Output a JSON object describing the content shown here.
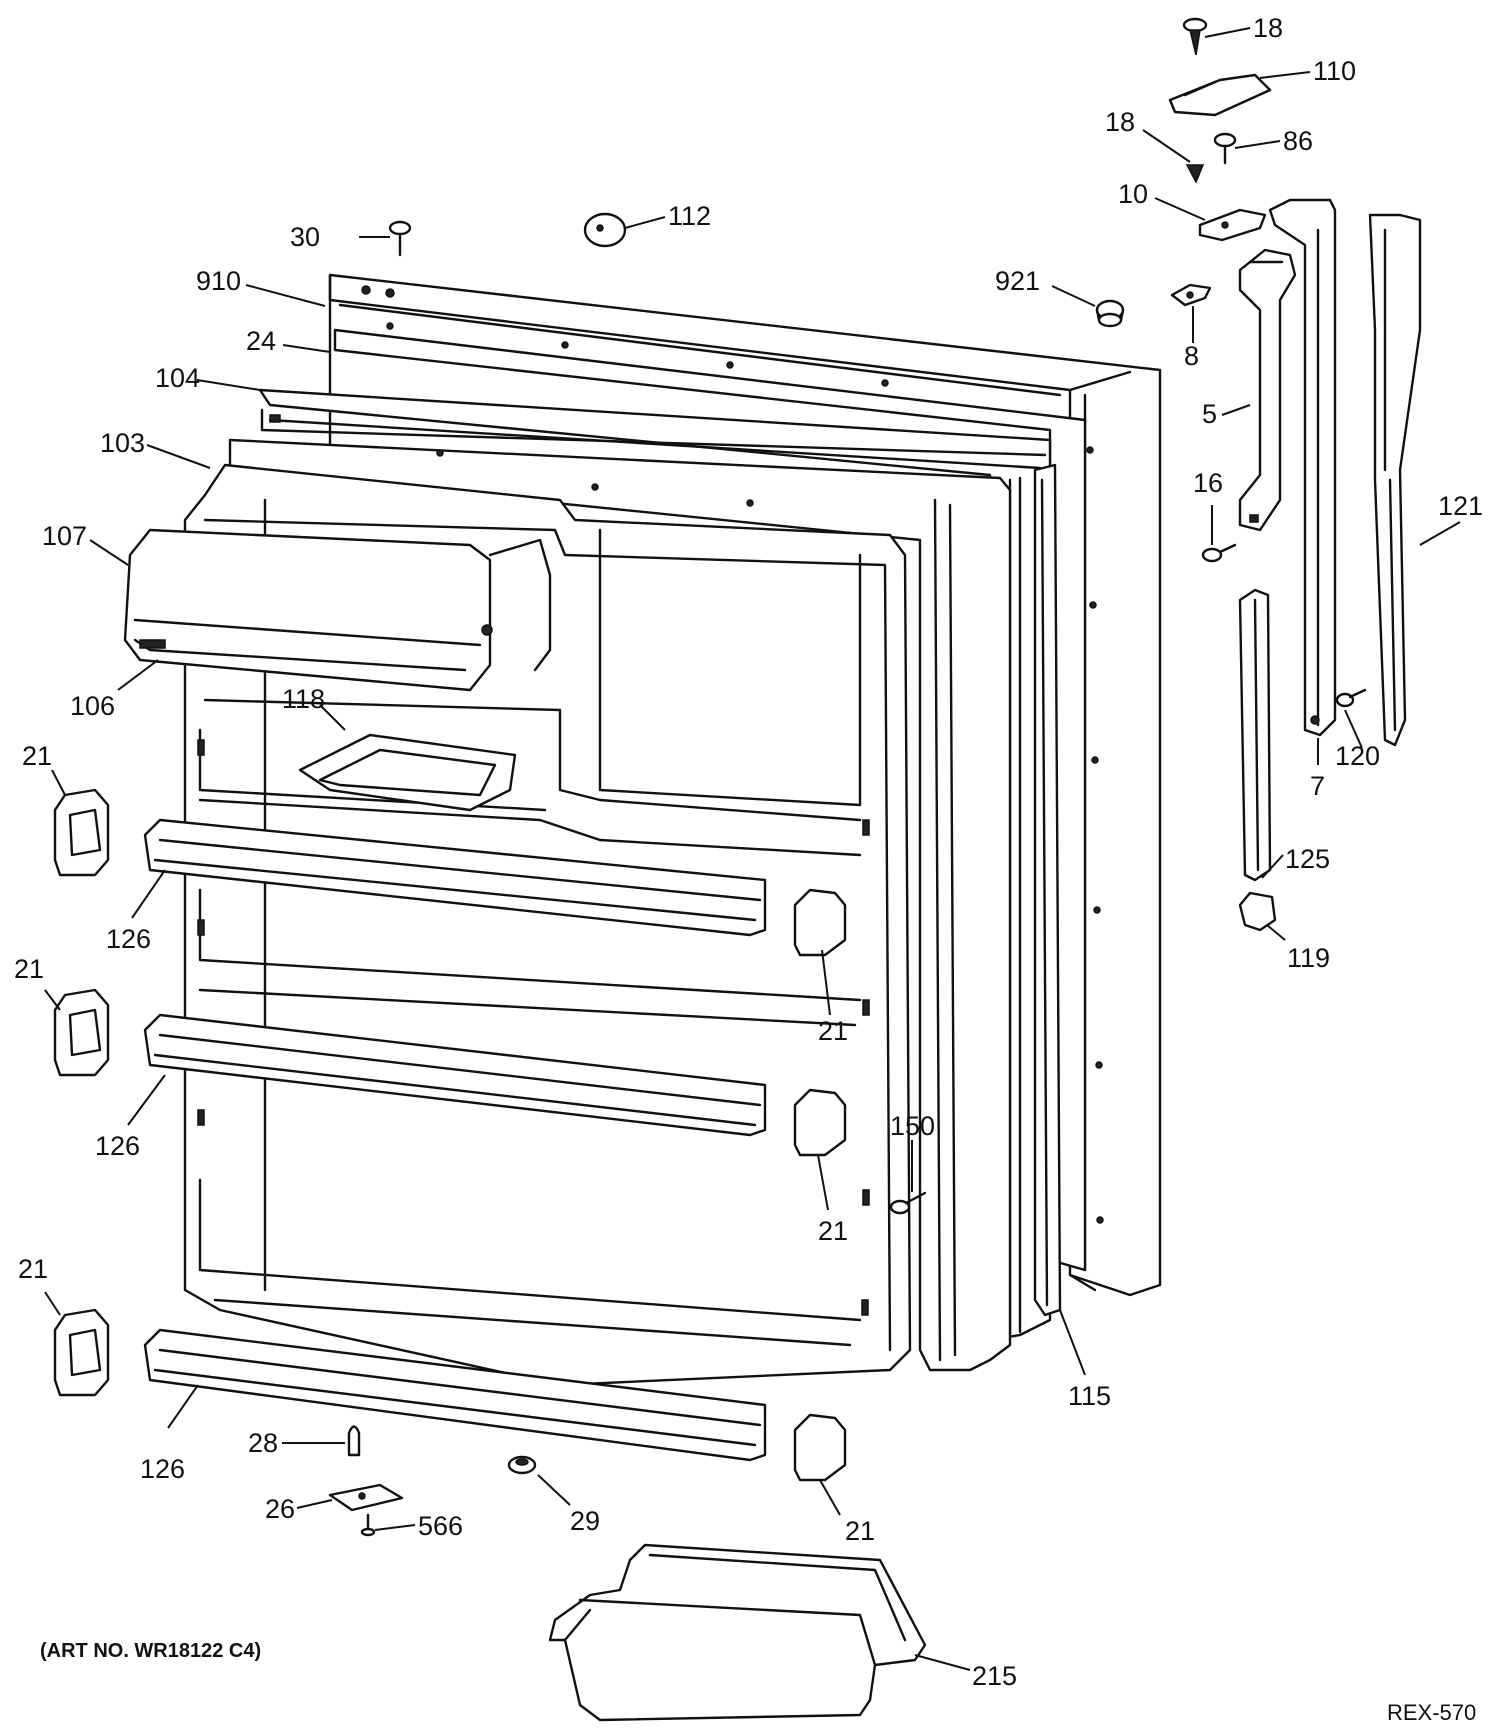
{
  "diagram": {
    "art_number": "(ART NO. WR18122 C4)",
    "figure_code": "REX-570",
    "callouts": [
      {
        "id": "c18a",
        "text": "18"
      },
      {
        "id": "c110",
        "text": "110"
      },
      {
        "id": "c18b",
        "text": "18"
      },
      {
        "id": "c86",
        "text": "86"
      },
      {
        "id": "c10",
        "text": "10"
      },
      {
        "id": "c30",
        "text": "30"
      },
      {
        "id": "c112",
        "text": "112"
      },
      {
        "id": "c910",
        "text": "910"
      },
      {
        "id": "c921",
        "text": "921"
      },
      {
        "id": "c8",
        "text": "8"
      },
      {
        "id": "c24",
        "text": "24"
      },
      {
        "id": "c104",
        "text": "104"
      },
      {
        "id": "c5",
        "text": "5"
      },
      {
        "id": "c103",
        "text": "103"
      },
      {
        "id": "c16",
        "text": "16"
      },
      {
        "id": "c121",
        "text": "121"
      },
      {
        "id": "c107",
        "text": "107"
      },
      {
        "id": "c106",
        "text": "106"
      },
      {
        "id": "c118",
        "text": "118"
      },
      {
        "id": "c120",
        "text": "120"
      },
      {
        "id": "c7",
        "text": "7"
      },
      {
        "id": "c21a",
        "text": "21"
      },
      {
        "id": "c125",
        "text": "125"
      },
      {
        "id": "c126a",
        "text": "126"
      },
      {
        "id": "c119",
        "text": "119"
      },
      {
        "id": "c21b",
        "text": "21"
      },
      {
        "id": "c21c",
        "text": "21"
      },
      {
        "id": "c126b",
        "text": "126"
      },
      {
        "id": "c150",
        "text": "150"
      },
      {
        "id": "c21d",
        "text": "21"
      },
      {
        "id": "c21e",
        "text": "21"
      },
      {
        "id": "c115",
        "text": "115"
      },
      {
        "id": "c126c",
        "text": "126"
      },
      {
        "id": "c28",
        "text": "28"
      },
      {
        "id": "c26",
        "text": "26"
      },
      {
        "id": "c29",
        "text": "29"
      },
      {
        "id": "c566",
        "text": "566"
      },
      {
        "id": "c21f",
        "text": "21"
      },
      {
        "id": "c215",
        "text": "215"
      }
    ]
  }
}
